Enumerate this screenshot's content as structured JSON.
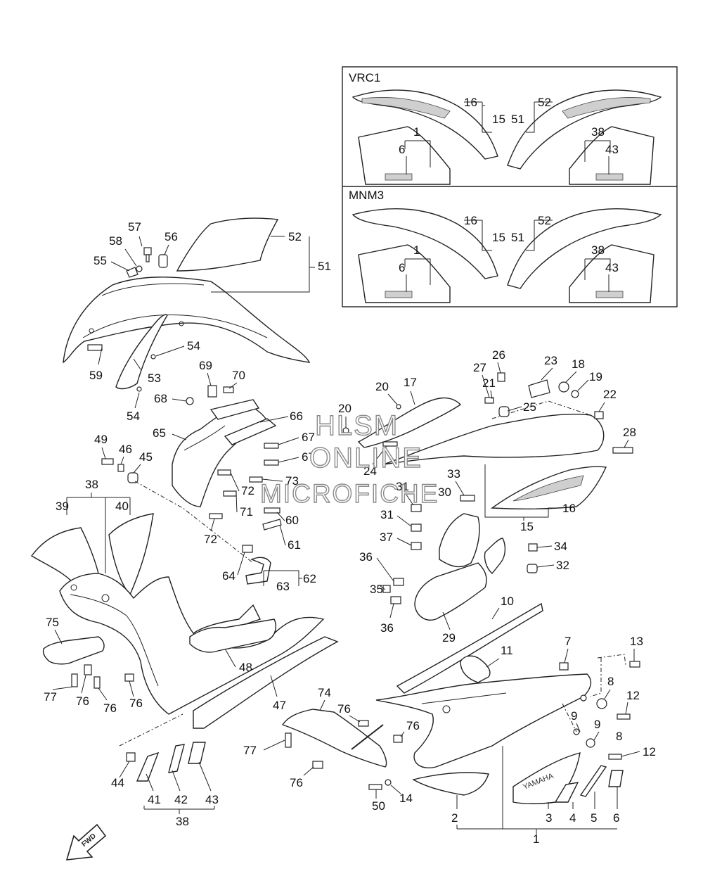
{
  "inset_boxes": [
    {
      "label": "VRC1",
      "numbers": [
        "16",
        "15",
        "52",
        "51",
        "1",
        "6",
        "38",
        "43"
      ]
    },
    {
      "label": "MNM3",
      "numbers": [
        "16",
        "15",
        "52",
        "51",
        "1",
        "6",
        "38",
        "43"
      ]
    }
  ],
  "watermark": [
    "HLSM",
    "ONLINE",
    "MICROFICHE"
  ],
  "fwd_label": "FWD",
  "decal_text": "YAMAHA",
  "callouts": {
    "c57": "57",
    "c56": "56",
    "c58": "58",
    "c55": "55",
    "c52": "52",
    "c51": "51",
    "c59": "59",
    "c53": "53",
    "c54a": "54",
    "c54b": "54",
    "c69": "69",
    "c70": "70",
    "c68": "68",
    "c66": "66",
    "c65": "65",
    "c67a": "67",
    "c67b": "67",
    "c72a": "72",
    "c73": "73",
    "c71": "71",
    "c72b": "72",
    "c49": "49",
    "c46": "46",
    "c45": "45",
    "c38a": "38",
    "c39": "39",
    "c40": "40",
    "c60": "60",
    "c61": "61",
    "c64": "64",
    "c63": "63",
    "c62": "62",
    "c20a": "20",
    "c17": "17",
    "c20b": "20",
    "c24": "24",
    "c26": "26",
    "c27": "27",
    "c21": "21",
    "c25": "25",
    "c23": "23",
    "c18": "18",
    "c19": "19",
    "c22": "22",
    "c28": "28",
    "c16": "16",
    "c15": "15",
    "c33": "33",
    "c31a": "31",
    "c30": "30",
    "c31b": "31",
    "c37": "37",
    "c36a": "36",
    "c35": "35",
    "c36b": "36",
    "c29": "29",
    "c34": "34",
    "c32": "32",
    "c10": "10",
    "c11": "11",
    "c7": "7",
    "c13": "13",
    "c8a": "8",
    "c12a": "12",
    "c9a": "9",
    "c9b": "9",
    "c8b": "8",
    "c12b": "12",
    "c75": "75",
    "c77a": "77",
    "c76a": "76",
    "c76b": "76",
    "c76c": "76",
    "c48": "48",
    "c47": "47",
    "c74": "74",
    "c76d": "76",
    "c76e": "76",
    "c77b": "77",
    "c76f": "76",
    "c44": "44",
    "c41": "41",
    "c42": "42",
    "c43": "43",
    "c38b": "38",
    "c50": "50",
    "c14": "14",
    "c2": "2",
    "c3": "3",
    "c4": "4",
    "c5": "5",
    "c6": "6",
    "c1": "1"
  }
}
